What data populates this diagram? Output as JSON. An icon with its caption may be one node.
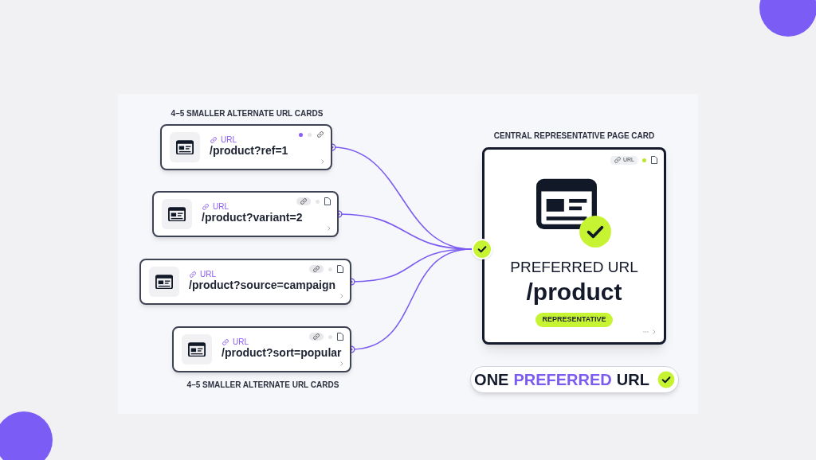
{
  "diagram": {
    "nodes": [
      {
        "text": [
          "URL",
          "/product?ref=1"
        ]
      },
      {
        "text": [
          "URL",
          "/product?variant=2"
        ]
      },
      {
        "text": [
          "URL",
          "/product?source=campaign"
        ]
      },
      {
        "text": [
          "URL",
          "/product?sort=popular"
        ]
      },
      {
        "text": [
          "URL",
          "PREFERRED URL",
          "/product",
          "REPRESENTATIVE"
        ],
        "beside": [
          "CENTRAL REPRESENTATIVE PAGE CARD"
        ]
      },
      {
        "text": [],
        "shape": "circle"
      },
      {
        "text": [
          "ONE",
          "PREFERRED",
          "URL"
        ]
      }
    ],
    "edges": [
      {
        "from": 0,
        "to": 5,
        "arrow": "other"
      },
      {
        "from": 1,
        "to": 5,
        "arrow": "other"
      },
      {
        "from": 2,
        "to": 5,
        "arrow": "other"
      },
      {
        "from": 3,
        "to": 5,
        "arrow": "other"
      }
    ],
    "labels": [
      "4–5 SMALLER ALTERNATE URL CARDS",
      "4–5 SMALLER ALTERNATE URL CARDS"
    ]
  }
}
